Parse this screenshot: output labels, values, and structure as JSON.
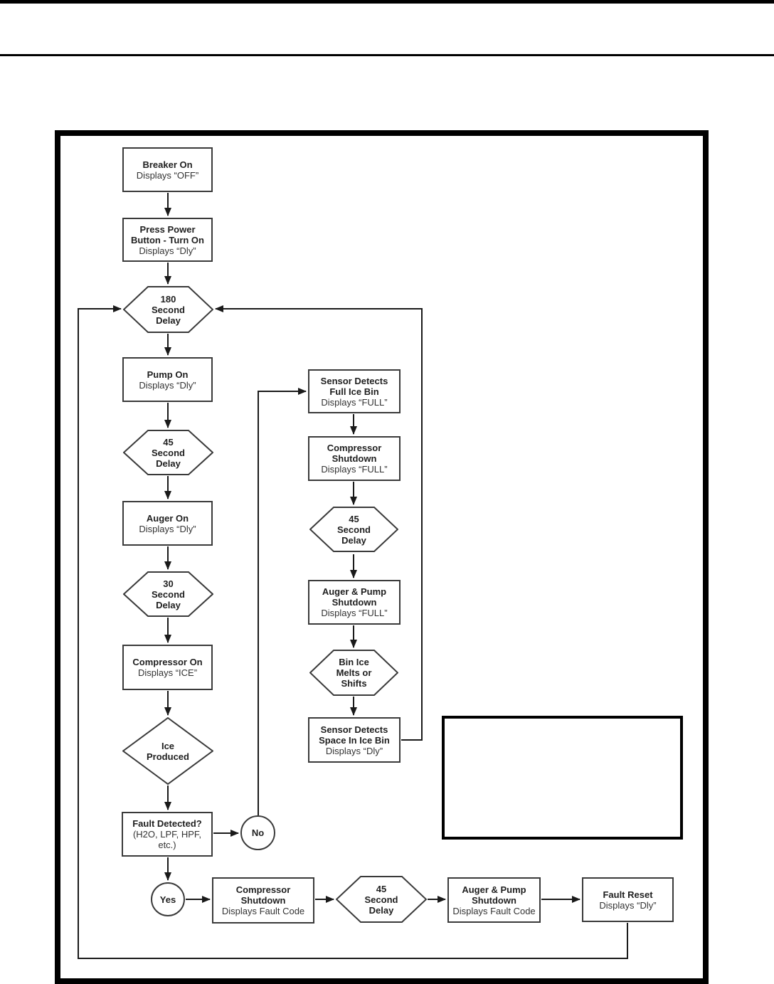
{
  "flowchart": {
    "nodes": {
      "breaker_on": {
        "title": "Breaker On",
        "display": "Displays “OFF”"
      },
      "press_power": {
        "title": "Press Power\nButton - Turn On",
        "display": "Displays “Dly”"
      },
      "delay_180": {
        "title": "180\nSecond\nDelay"
      },
      "pump_on": {
        "title": "Pump On",
        "display": "Displays “Dly”"
      },
      "delay_45_left": {
        "title": "45\nSecond\nDelay"
      },
      "auger_on": {
        "title": "Auger On",
        "display": "Displays “Dly”"
      },
      "delay_30": {
        "title": "30\nSecond\nDelay"
      },
      "compressor_on": {
        "title": "Compressor On",
        "display": "Displays “ICE”"
      },
      "ice_produced": {
        "title": "Ice\nProduced"
      },
      "fault_detected": {
        "title": "Fault Detected?",
        "display": "(H2O, LPF, HPF,\netc.)"
      },
      "no_branch": {
        "label": "No"
      },
      "yes_branch": {
        "label": "Yes"
      },
      "compressor_shutdown_fault": {
        "title": "Compressor\nShutdown",
        "display": "Displays Fault Code"
      },
      "delay_45_bottom": {
        "title": "45\nSecond\nDelay"
      },
      "auger_pump_shutdown_fault": {
        "title": "Auger & Pump\nShutdown",
        "display": "Displays Fault Code"
      },
      "fault_reset": {
        "title": "Fault Reset",
        "display": "Displays “Dly”"
      },
      "sensor_full": {
        "title": "Sensor Detects\nFull Ice Bin",
        "display": "Displays “FULL”"
      },
      "compressor_shutdown_full": {
        "title": "Compressor\nShutdown",
        "display": "Displays “FULL”"
      },
      "delay_45_right": {
        "title": "45\nSecond\nDelay"
      },
      "auger_pump_shutdown_full": {
        "title": "Auger & Pump\nShutdown",
        "display": "Displays “FULL”"
      },
      "bin_ice": {
        "title": "Bin Ice\nMelts or\nShifts"
      },
      "sensor_space": {
        "title": "Sensor Detects\nSpace In Ice Bin",
        "display": "Displays “Dly”"
      }
    }
  }
}
